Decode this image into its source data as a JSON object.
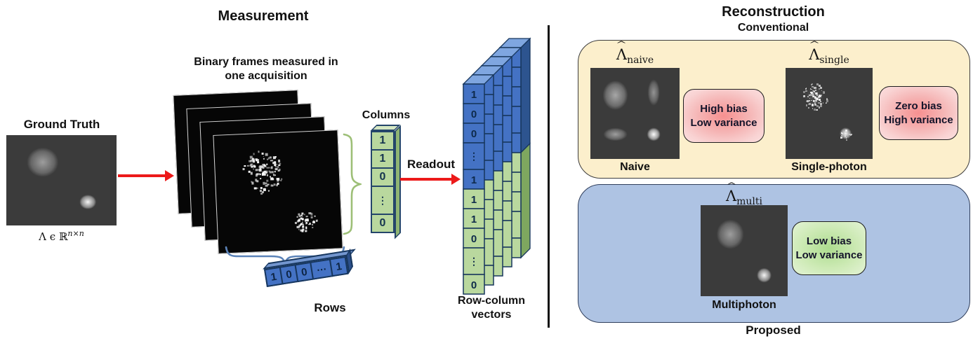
{
  "colors": {
    "arrow_red": "#ec1a1a",
    "panel_yellow": "#fcefcc",
    "panel_blue": "#aec3e3",
    "cell_blue": "#4472c4",
    "cell_green": "#b9d89e",
    "badge_red": "#f5b5b5",
    "badge_green": "#cdeab5",
    "brace_green": "#9dbf77",
    "brace_blue": "#5b83b8",
    "image_background": "#3b3b3b"
  },
  "measurement": {
    "title": "Measurement",
    "frames_label_line1": "Binary frames measured in",
    "frames_label_line2": "one acquisition",
    "ground_truth": {
      "label": "Ground Truth",
      "formula_main": "Λ ϵ ℝ",
      "formula_sup": "n×n"
    },
    "columns": {
      "label": "Columns",
      "values": [
        "1",
        "1",
        "0",
        "⋮",
        "0"
      ]
    },
    "readout_label": "Readout",
    "rows": {
      "label": "Rows",
      "values": [
        "1",
        "0",
        "0",
        "⋯",
        "1"
      ]
    },
    "row_column": {
      "label_line1": "Row-column",
      "label_line2": "vectors",
      "blue_values": [
        "1",
        "0",
        "0",
        "⋮",
        "1"
      ],
      "green_values": [
        "1",
        "1",
        "0",
        "⋮",
        "0"
      ]
    }
  },
  "reconstruction": {
    "title": "Reconstruction",
    "lambda": "Λ",
    "hat": "^",
    "conventional_label": "Conventional",
    "naive": {
      "sub": "naive",
      "caption": "Naive",
      "badge_line1": "High bias",
      "badge_line2": "Low variance"
    },
    "single": {
      "sub": "single",
      "caption": "Single-photon",
      "badge_line1": "Zero bias",
      "badge_line2": "High variance"
    },
    "proposed_label": "Proposed",
    "multi": {
      "sub": "multi",
      "caption": "Multiphoton",
      "badge_line1": "Low bias",
      "badge_line2": "Low variance"
    }
  }
}
